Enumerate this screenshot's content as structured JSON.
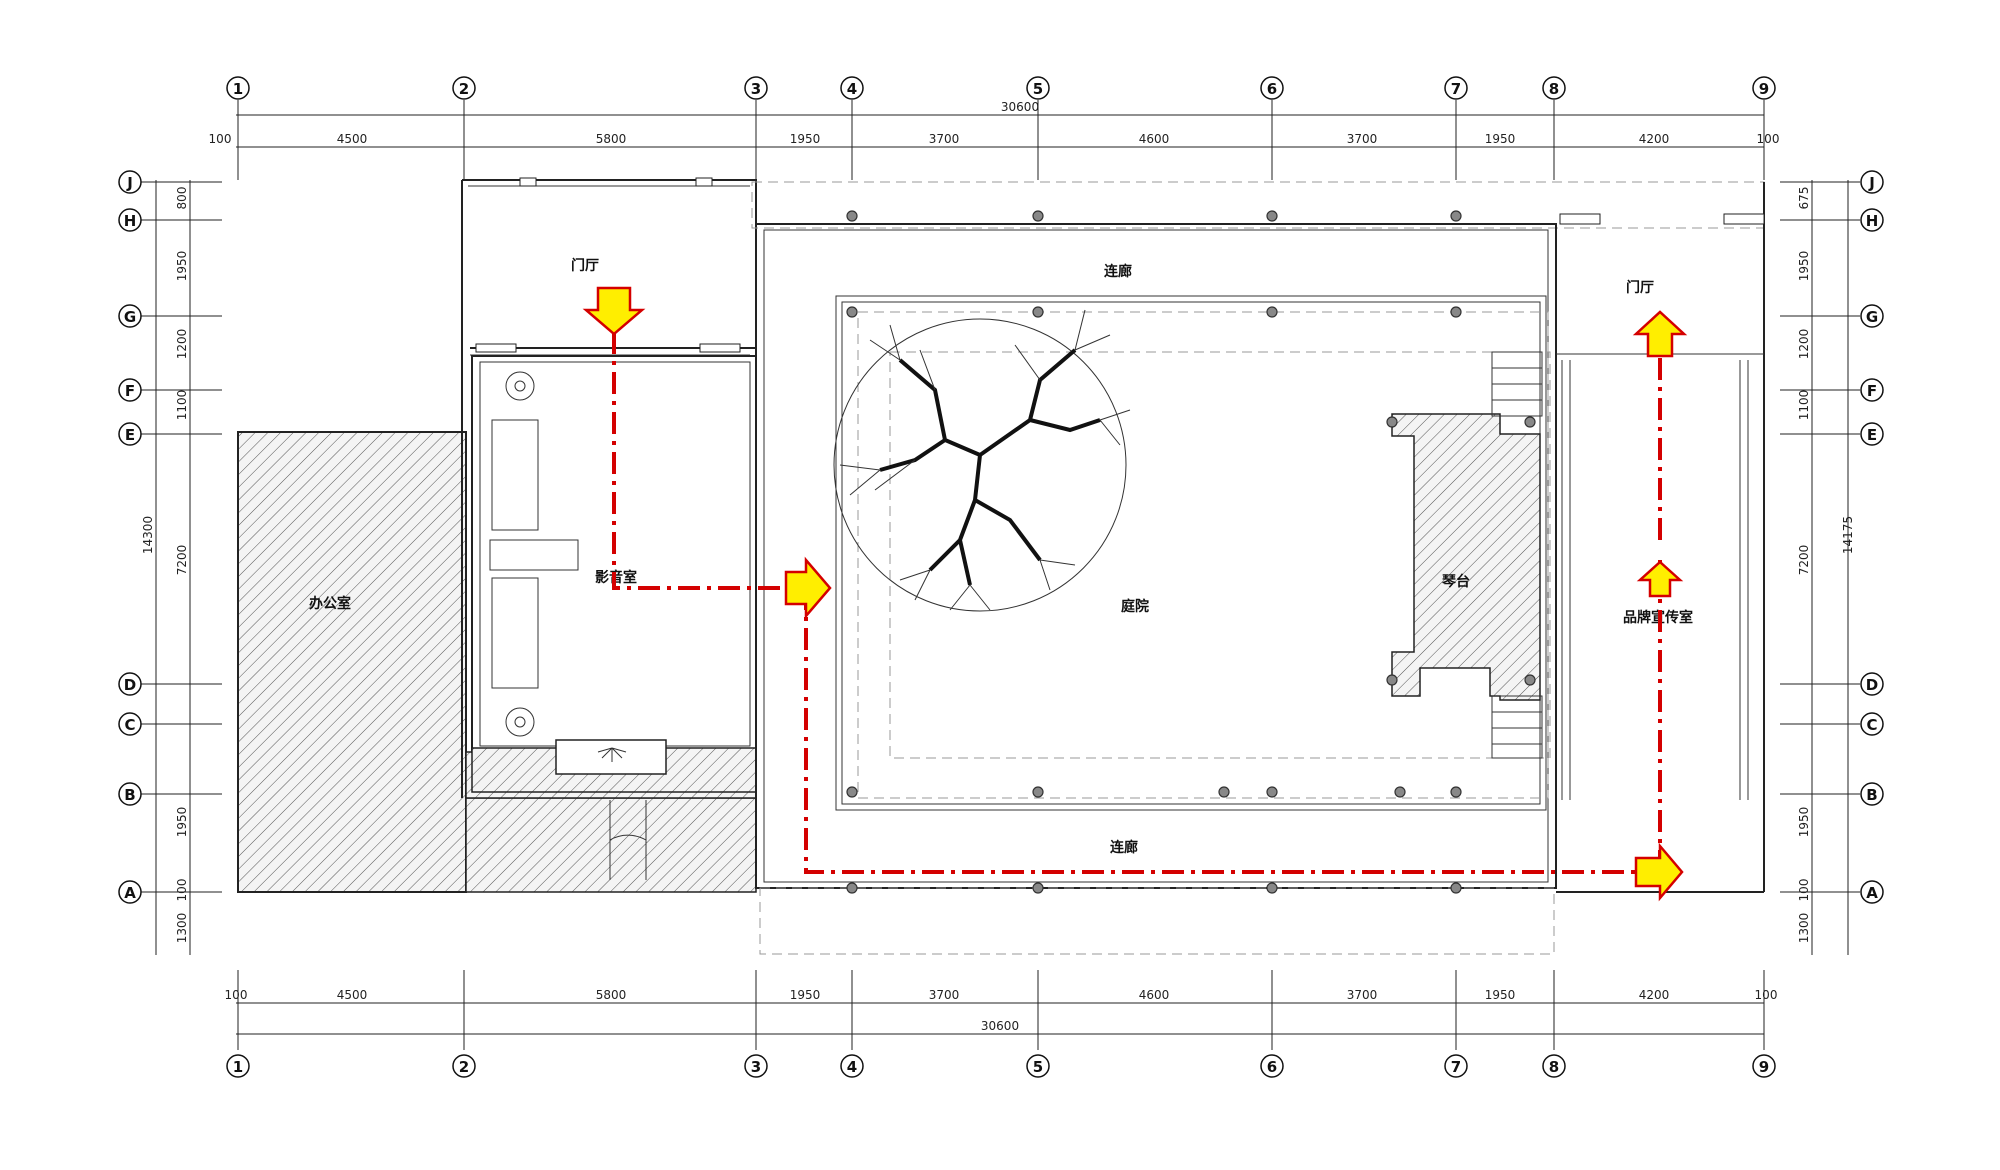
{
  "grid_columns": [
    "1",
    "2",
    "3",
    "4",
    "5",
    "6",
    "7",
    "8",
    "9"
  ],
  "grid_rows": [
    "J",
    "H",
    "G",
    "F",
    "E",
    "D",
    "C",
    "B",
    "A"
  ],
  "dims_top": {
    "total": "30600",
    "left_edge": "100",
    "right_edge": "100",
    "spans": [
      "4500",
      "5800",
      "1950",
      "3700",
      "4600",
      "3700",
      "1950",
      "4200"
    ]
  },
  "dims_bottom": {
    "total": "30600",
    "left_edge": "100",
    "right_edge": "100",
    "spans": [
      "4500",
      "5800",
      "1950",
      "3700",
      "4600",
      "3700",
      "1950",
      "4200"
    ]
  },
  "dims_left": {
    "total": "14300",
    "spans": [
      "800",
      "1950",
      "1200",
      "1100",
      "7200",
      "1950",
      "100",
      "1300"
    ]
  },
  "dims_right": {
    "total": "14175",
    "spans": [
      "675",
      "1950",
      "1200",
      "1100",
      "7200",
      "1950",
      "100",
      "1300"
    ]
  },
  "rooms": {
    "entrance_left": "门厅",
    "entrance_right": "门厅",
    "corridor_top": "连廊",
    "corridor_bottom": "连廊",
    "av_room": "影音室",
    "office": "办公室",
    "courtyard": "庭院",
    "piano_stage": "琴台",
    "brand_room": "品牌宣传室"
  },
  "colors": {
    "route": "#d40000",
    "arrow_fill": "#ffee00",
    "line": "#222222"
  }
}
